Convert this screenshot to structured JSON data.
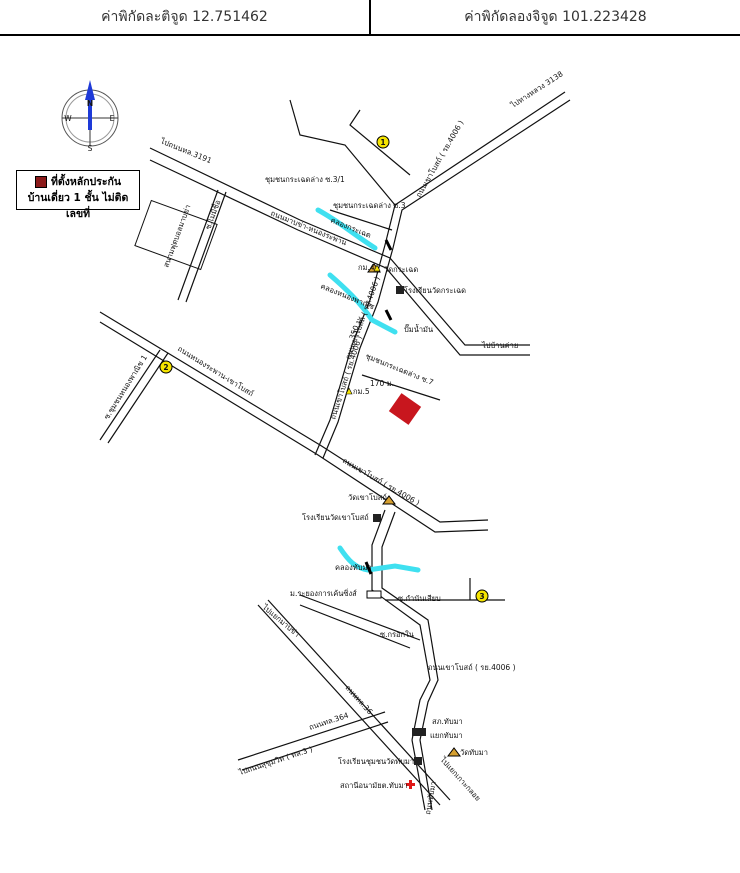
{
  "header": {
    "latitude_label": "ค่าพิกัดละติจูด 12.751462",
    "longitude_label": "ค่าพิกัดลองจิจูด 101.223428"
  },
  "legend": {
    "line1": "ที่ตั้งหลักประกัน",
    "line2": "บ้านเดี่ยว 1 ชั้น ไม่ติดเลขที่",
    "swatch_color": "#8b1a1a"
  },
  "compass": {
    "n": "N",
    "s": "S",
    "e": "E",
    "w": "W"
  },
  "markers": {
    "m1": "1",
    "m2": "2",
    "m3": "3"
  },
  "labels": {
    "road_rg3138": "ไปทางหลวง 3138",
    "road_rl3191": "ไปถนนทล.3191",
    "road_4006_top": "ถนนเขาโบสถ์ ( รย.4006 )",
    "road_4006_mid": "ถนนเขาโบสถ์ ( รย.4006 )",
    "road_4006_mid2": "ถนนเขาโบสถ์ ( รย.4006 )",
    "road_4006_low": "ถนนเขาโบสถ์ ( รย.4006 )",
    "road_makham": "ถนนมาบข่า-หนองระพาน",
    "road_nongrapan": "ถนนหนองระพาน-เขาโบสถ์",
    "soi_31": "ชุมชนกระเฉดล่าง ซ.3/1",
    "soi_3": "ชุมชนกระเฉดล่าง ซ.3",
    "soi_7": "ชุมชนกระเฉดล่าง ซ.7",
    "soi_maimi": "ซ.ไม่มีชื่อ",
    "soi_nongphanit": "ซ.ชุมชนหนองพาณิช 1",
    "canal_krachet": "คลองกระเฉด",
    "canal_nongphanit": "คลองหนองพาณิช",
    "canal_thapma": "คลองทับมา",
    "golf": "สนามฟุตบอลมาบข่า",
    "wat_krachet": "วัดกระเฉด",
    "school_krachet": "โรงเรียนวัดกระเฉด",
    "pump": "ปั๊มน้ำมัน",
    "to_banchang": "ไปบ้านค่าย",
    "km4": "กม.4",
    "km5": "กม.5",
    "dist_350": "350 ม.",
    "dist_170": "170 ม.",
    "wat_khaobot": "วัดเขาโบสถ์",
    "school_khaobot": "โรงเรียนวัดเขาโบสถ์",
    "university": "ม.ระยองการเค้นซิ่งส์",
    "soi_kamnan": "ซ.กำนันเสียบ",
    "soi_krok": "ซ.กรอกใน",
    "to_maptaphut": "ไปแยกมาบข่า",
    "road_36": "ถนนทล.36",
    "road_364": "ถนนทล.364",
    "to_sukhumvit": "ไปถนนสุขุมวิท ( ทล.3 )",
    "police": "สภ.ทับมา",
    "junction": "แยกทับมา",
    "wat_thapma": "วัดทับมา",
    "school_thapma": "โรงเรียนชุมชนวัดทับมา",
    "health": "สถานีอนามัยต.ทับมา",
    "to_kaokho": "ไปแยกเกาะกลอย",
    "road_thapma": "ถนนทับมา"
  }
}
